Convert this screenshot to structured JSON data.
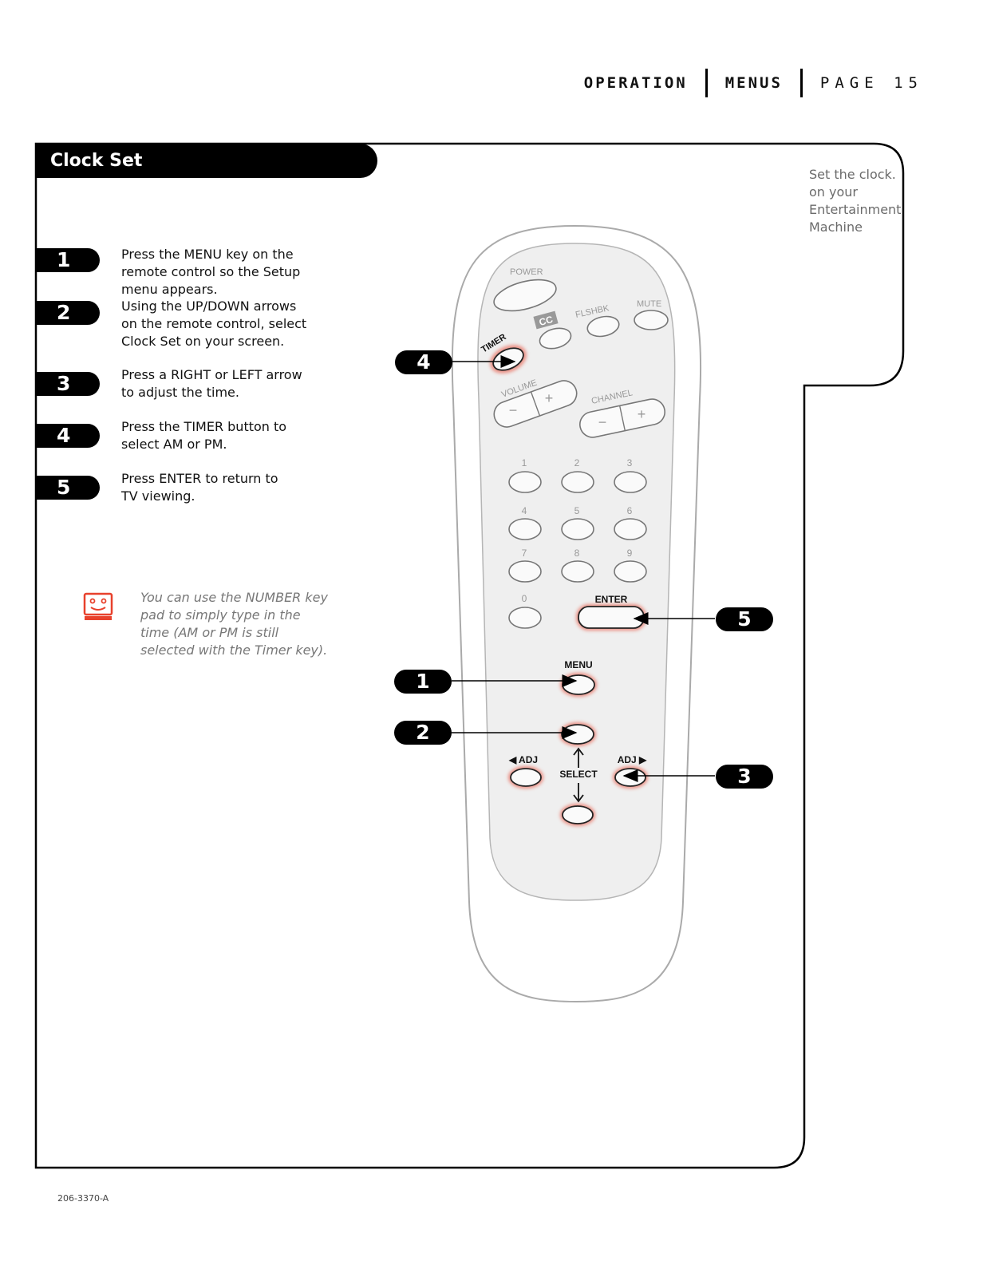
{
  "header": {
    "section": "OPERATION",
    "subsection": "MENUS",
    "page": "PAGE 15"
  },
  "title": "Clock Set",
  "sidenote": "Set the clock. on your Entertainment Machine",
  "steps": [
    {
      "number": "1",
      "text": "Press the MENU key on the remote control so the Setup menu appears."
    },
    {
      "number": "2",
      "text": "Using the UP/DOWN arrows on the remote control, select Clock Set on your screen."
    },
    {
      "number": "3",
      "text": "Press a RIGHT or LEFT arrow to adjust the time."
    },
    {
      "number": "4",
      "text": "Press the TIMER button to select AM or PM."
    },
    {
      "number": "5",
      "text": "Press ENTER to return to TV viewing."
    }
  ],
  "tip": "You can use the NUMBER key pad to simply type in the time (AM or PM is still selected with the Timer key).",
  "remote": {
    "power": "POWER",
    "cc": "CC",
    "flshbk": "FLSHBK",
    "mute": "MUTE",
    "timer": "TIMER",
    "volume": "VOLUME",
    "channel": "CHANNEL",
    "minus": "−",
    "plus": "+",
    "digits": [
      "1",
      "2",
      "3",
      "4",
      "5",
      "6",
      "7",
      "8",
      "9",
      "0"
    ],
    "enter": "ENTER",
    "menu": "MENU",
    "adj_left": "◀ ADJ",
    "adj_right": "ADJ ▶",
    "select": "SELECT"
  },
  "callouts": [
    "4",
    "5",
    "1",
    "2",
    "3"
  ],
  "colors": {
    "highlight": "#e8412c",
    "tip_icon": "#e8412c"
  },
  "footer": "206-3370-A"
}
